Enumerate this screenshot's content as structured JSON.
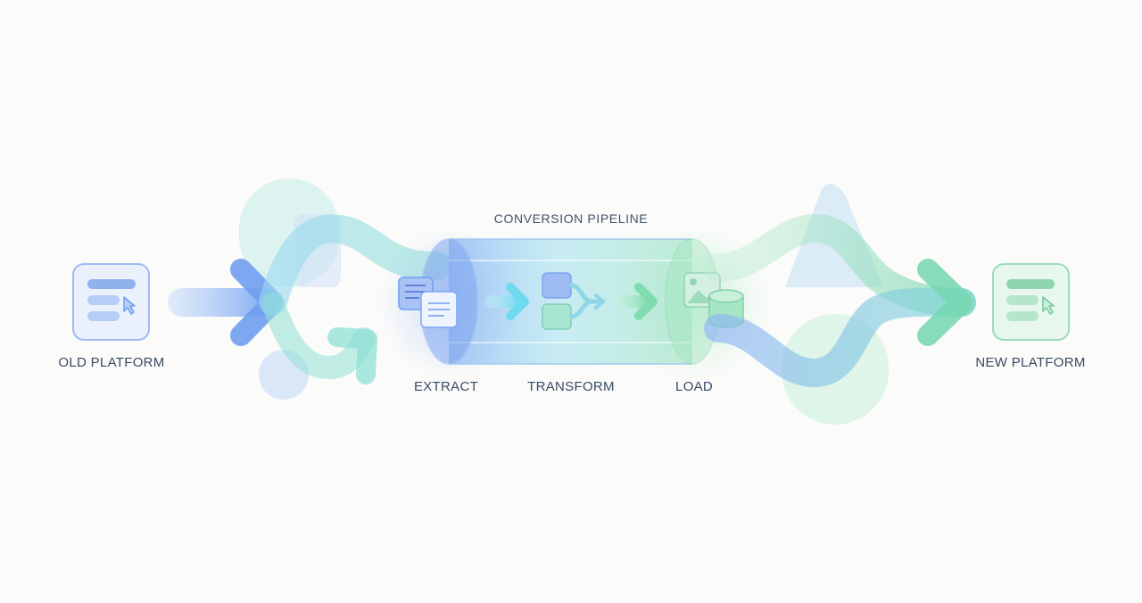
{
  "diagram": {
    "title": "CONVERSION PIPELINE",
    "source": {
      "label": "OLD PLATFORM"
    },
    "target": {
      "label": "NEW PLATFORM"
    },
    "stages": [
      {
        "id": "extract",
        "label": "EXTRACT"
      },
      {
        "id": "transform",
        "label": "TRANSFORM"
      },
      {
        "id": "load",
        "label": "LOAD"
      }
    ],
    "colors": {
      "blue": "#7aa6f0",
      "cyan": "#7ed8e6",
      "green": "#8fdcb4",
      "text": "#3a4a66",
      "background": "#fbfbf9"
    }
  }
}
